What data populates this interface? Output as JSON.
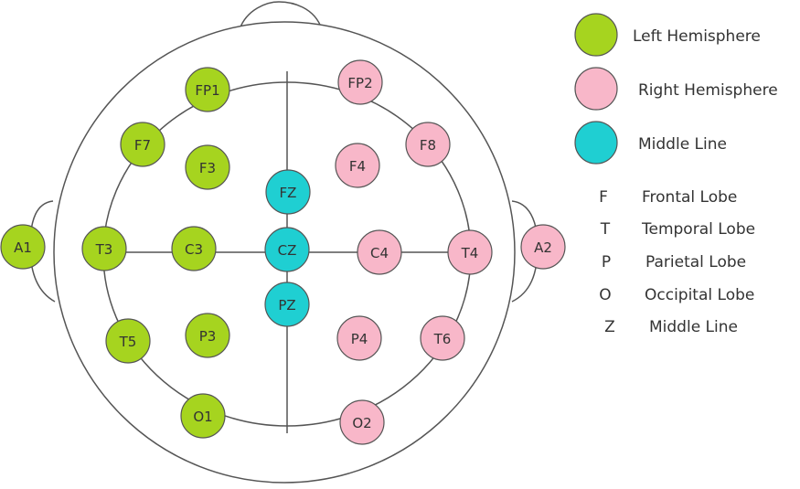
{
  "colors": {
    "left": "#a6d41f",
    "right": "#f8b7c9",
    "middle": "#1fcfd2",
    "stroke": "#555555",
    "text": "#333333"
  },
  "electrodes": [
    {
      "label": "FP1",
      "group": "left"
    },
    {
      "label": "FP2",
      "group": "right"
    },
    {
      "label": "F7",
      "group": "left"
    },
    {
      "label": "F3",
      "group": "left"
    },
    {
      "label": "FZ",
      "group": "middle"
    },
    {
      "label": "F4",
      "group": "right"
    },
    {
      "label": "F8",
      "group": "right"
    },
    {
      "label": "A1",
      "group": "left"
    },
    {
      "label": "T3",
      "group": "left"
    },
    {
      "label": "C3",
      "group": "left"
    },
    {
      "label": "CZ",
      "group": "middle"
    },
    {
      "label": "C4",
      "group": "right"
    },
    {
      "label": "T4",
      "group": "right"
    },
    {
      "label": "A2",
      "group": "right"
    },
    {
      "label": "PZ",
      "group": "middle"
    },
    {
      "label": "T5",
      "group": "left"
    },
    {
      "label": "P3",
      "group": "left"
    },
    {
      "label": "P4",
      "group": "right"
    },
    {
      "label": "T6",
      "group": "right"
    },
    {
      "label": "O1",
      "group": "left"
    },
    {
      "label": "O2",
      "group": "right"
    }
  ],
  "legend": {
    "groups": [
      {
        "label": "Left Hemisphere",
        "group": "left"
      },
      {
        "label": "Right Hemisphere",
        "group": "right"
      },
      {
        "label": "Middle Line",
        "group": "middle"
      }
    ],
    "abbreviations": [
      {
        "letter": "F",
        "meaning": "Frontal Lobe"
      },
      {
        "letter": "T",
        "meaning": "Temporal Lobe"
      },
      {
        "letter": "P",
        "meaning": "Parietal Lobe"
      },
      {
        "letter": "O",
        "meaning": "Occipital Lobe"
      },
      {
        "letter": "Z",
        "meaning": "Middle Line"
      }
    ]
  }
}
